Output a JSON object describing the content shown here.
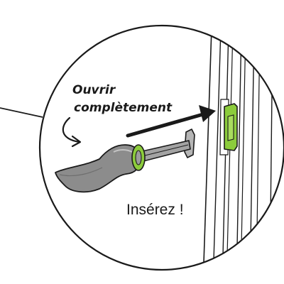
{
  "annotation": {
    "line1": "Ouvrir",
    "line2": "complètement"
  },
  "instruction": "Insérez !",
  "icons": {
    "handle": "door-lever-handle-icon",
    "collar": "green-collar-ring-icon",
    "receptacle": "green-latch-receptacle-icon",
    "push_arrow": "push-arrow-icon",
    "curved_arrow": "curved-arrow-icon"
  },
  "colors": {
    "handle_gray": "#8c8c8c",
    "handle_light": "#b5b5b5",
    "accent_green": "#8ccc3c",
    "outline": "#1a1a1a"
  }
}
